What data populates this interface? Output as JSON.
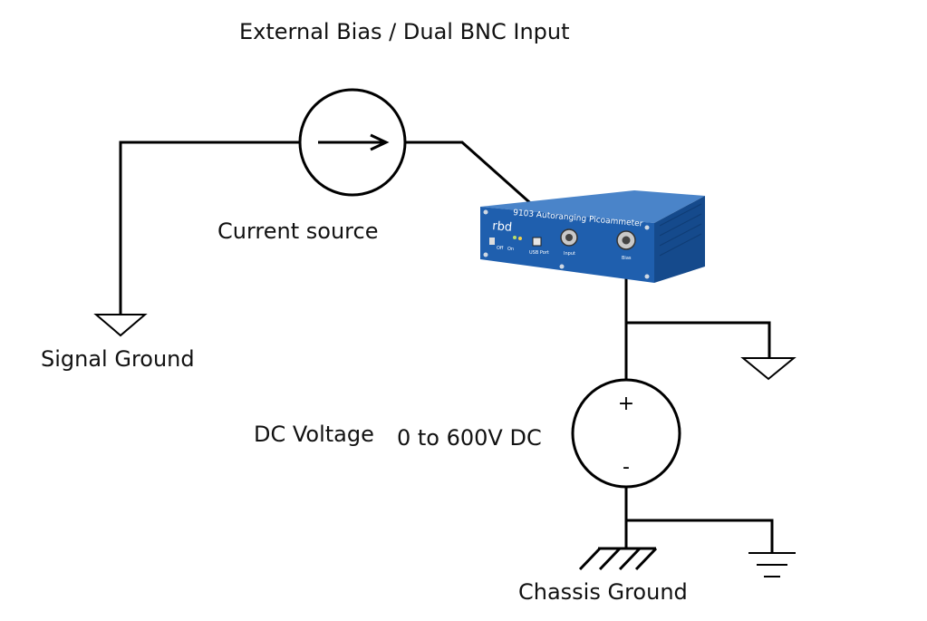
{
  "title": "External Bias / Dual BNC Input",
  "labels": {
    "current_source": "Current source",
    "signal_ground": "Signal Ground",
    "dc_voltage": "DC Voltage",
    "voltage_range": "0 to 600V DC",
    "chassis_ground": "Chassis Ground",
    "plus": "+",
    "minus": "-"
  },
  "device": {
    "brand": "rbd",
    "model_text": "9103 Autoranging Picoammeter",
    "input_label": "Input",
    "bias_label": "Bias",
    "usb_label": "USB Port",
    "off_label": "Off",
    "on_label": "On",
    "color": "#1f5fae"
  },
  "colors": {
    "line": "#000000",
    "background": "#ffffff"
  }
}
